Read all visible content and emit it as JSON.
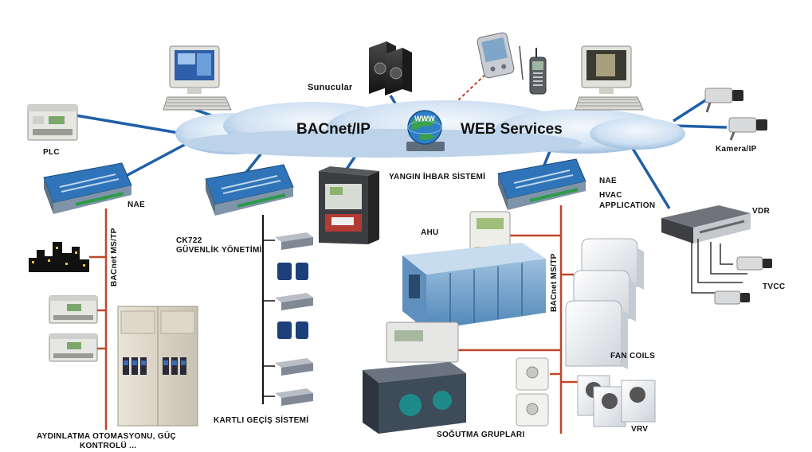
{
  "cloud": {
    "left_label": "BACnet/IP",
    "right_label": "WEB Services",
    "globe_text": "WWW"
  },
  "labels": {
    "servers": "Sunucular",
    "plc": "PLC",
    "nae_left": "NAE",
    "nae_right": "NAE",
    "ck722": "CK722",
    "security": "GÜVENLİK YÖNETİMİ",
    "fire": "YANGIN İHBAR SİSTEMİ",
    "hvac_line1": "HVAC",
    "hvac_line2": "APPLICATION",
    "camera_ip": "Kamera/IP",
    "vdr": "VDR",
    "tvcc": "TVCC",
    "ahu": "AHU",
    "bacnet_mstp_left": "BACnet MS/TP",
    "bacnet_mstp_right": "BACnet MS/TP",
    "fan_coils": "FAN COILS",
    "card_access": "KARTLI GEÇİŞ SİSTEMİ",
    "cooling": "SOĞUTMA GRUPLARI",
    "vrv": "VRV",
    "lighting_line1": "AYDINLATMA OTOMASYONU, GÜÇ",
    "lighting_line2": "KONTROLÜ ..."
  },
  "colors": {
    "network_line": "#1f5fa6",
    "bus_line": "#c0462a",
    "cloud_fill": "#cfe0f2",
    "controller_blue": "#2f74b8"
  },
  "icons": [
    "pc-icon",
    "server-icon",
    "pda-icon",
    "phone-icon",
    "plc-icon",
    "controller-icon",
    "fire-panel-icon",
    "camera-icon",
    "dvr-icon",
    "ahu-icon",
    "fan-coil-icon",
    "chiller-icon",
    "vrv-icon",
    "card-reader-icon",
    "lighting-panel-icon",
    "city-icon",
    "globe-icon"
  ]
}
